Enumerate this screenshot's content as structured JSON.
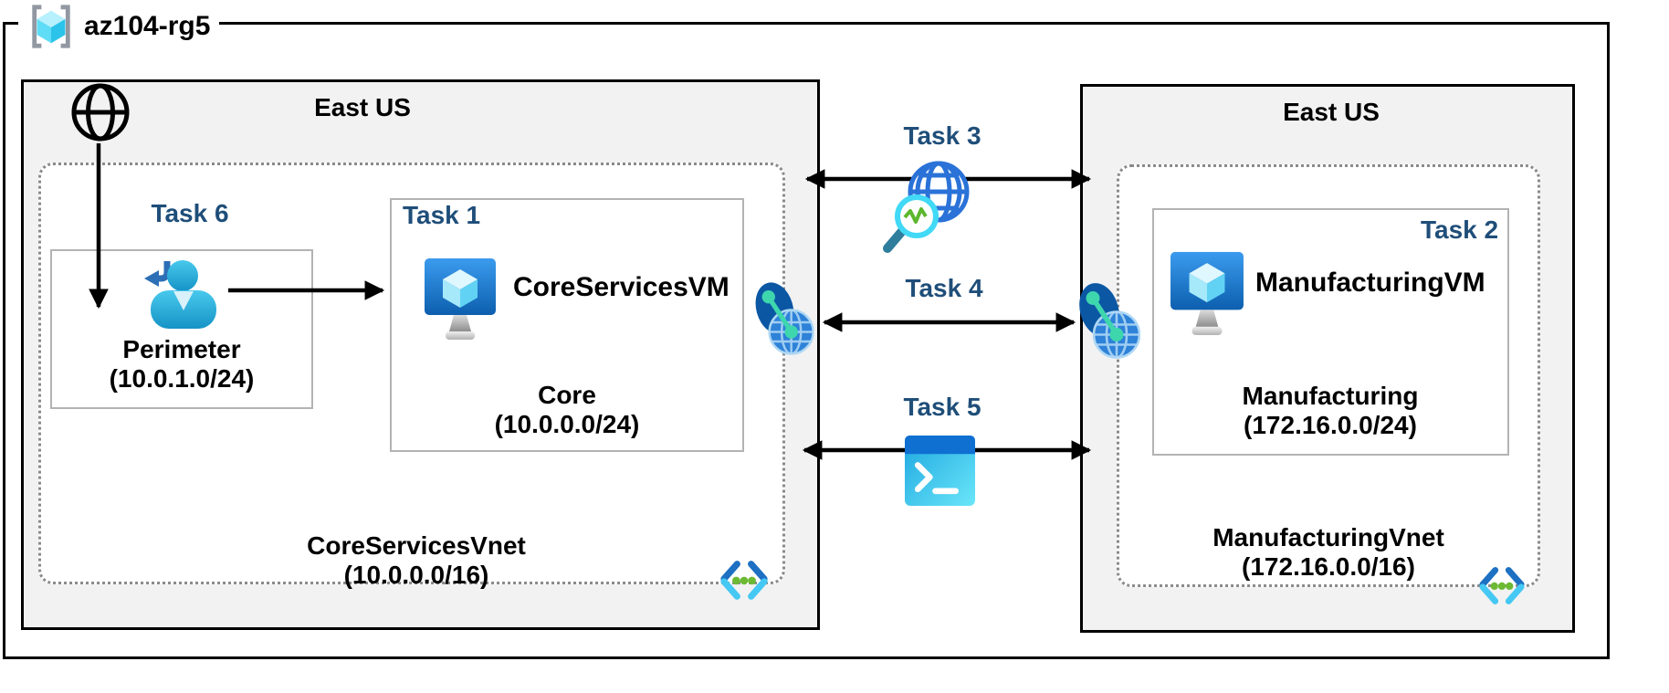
{
  "resource_group": {
    "label": "az104-rg5"
  },
  "left_region": {
    "title": "East US",
    "vnet": {
      "name": "CoreServicesVnet",
      "cidr": "(10.0.0.0/16)"
    },
    "perimeter_subnet": {
      "task": "Task 6",
      "name": "Perimeter",
      "cidr": "(10.0.1.0/24)"
    },
    "core_subnet": {
      "task": "Task 1",
      "vm": "CoreServicesVM",
      "name": "Core",
      "cidr": "(10.0.0.0/24)"
    }
  },
  "right_region": {
    "title": "East US",
    "vnet": {
      "name": "ManufacturingVnet",
      "cidr": "(172.16.0.0/16)"
    },
    "manufacturing_subnet": {
      "task": "Task 2",
      "vm": "ManufacturingVM",
      "name": "Manufacturing",
      "cidr": "(172.16.0.0/24)"
    }
  },
  "connections": {
    "task3": {
      "label": "Task 3",
      "icon": "network-watcher-icon"
    },
    "task4": {
      "label": "Task 4",
      "icon": "vnet-peering-icon"
    },
    "task5": {
      "label": "Task 5",
      "icon": "cloud-shell-icon"
    }
  },
  "icons": {
    "resource_group": "resource-group-icon",
    "internet": "internet-globe-icon",
    "perimeter_user": "guest-user-return-arrow-icon",
    "virtual_machine": "virtual-machine-icon",
    "peering": "vnet-peering-icon",
    "code": "code-brackets-icon"
  },
  "colors": {
    "task-label": "#1f4e79",
    "region-fill": "#f2f2f2",
    "dotted-border": "#8a8a8a",
    "subnet-border": "#b3b3b3",
    "azure-blue": "#0078d4",
    "vm-screen-top": "#3b9bee",
    "vm-screen-bottom": "#0d5fae",
    "cube-cyan": "#62d2f4",
    "peering-ellipse": "#0b57a4",
    "peering-globe": "#2e82d8",
    "teal-dot": "#3ed6ad",
    "shell-header": "#0f70d2",
    "code-green": "#6cba33",
    "arrow-black": "#000000"
  }
}
